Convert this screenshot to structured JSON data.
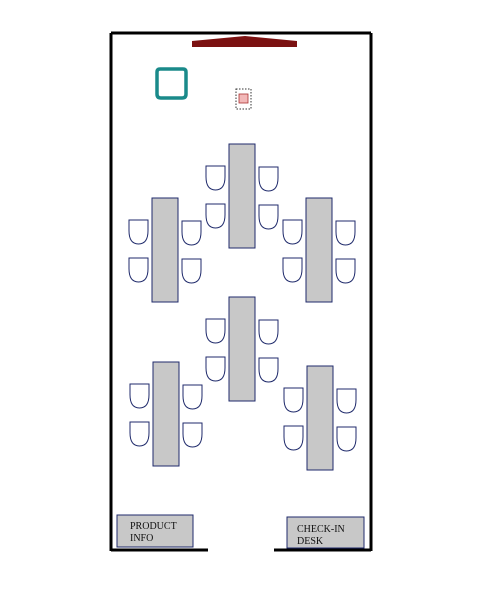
{
  "room": {
    "wall_color": "#000000",
    "background": "#ffffff"
  },
  "stage": {
    "color": "#7b1111"
  },
  "screen_icon": {
    "icon": "monitor-icon",
    "color": "#1a8a8a"
  },
  "projector": {
    "icon": "projector-icon",
    "color": "#f2b8b8"
  },
  "tables": {
    "fill": "#c8c8c8",
    "stroke": "#1f2a6b",
    "count": 6,
    "chairs_per_table": 4
  },
  "areas": {
    "product_info": {
      "line1": "PRODUCT",
      "line2": "INFO",
      "fill": "#c8c8c8"
    },
    "checkin_desk": {
      "line1": "CHECK-IN",
      "line2": "DESK",
      "fill": "#c8c8c8"
    }
  }
}
